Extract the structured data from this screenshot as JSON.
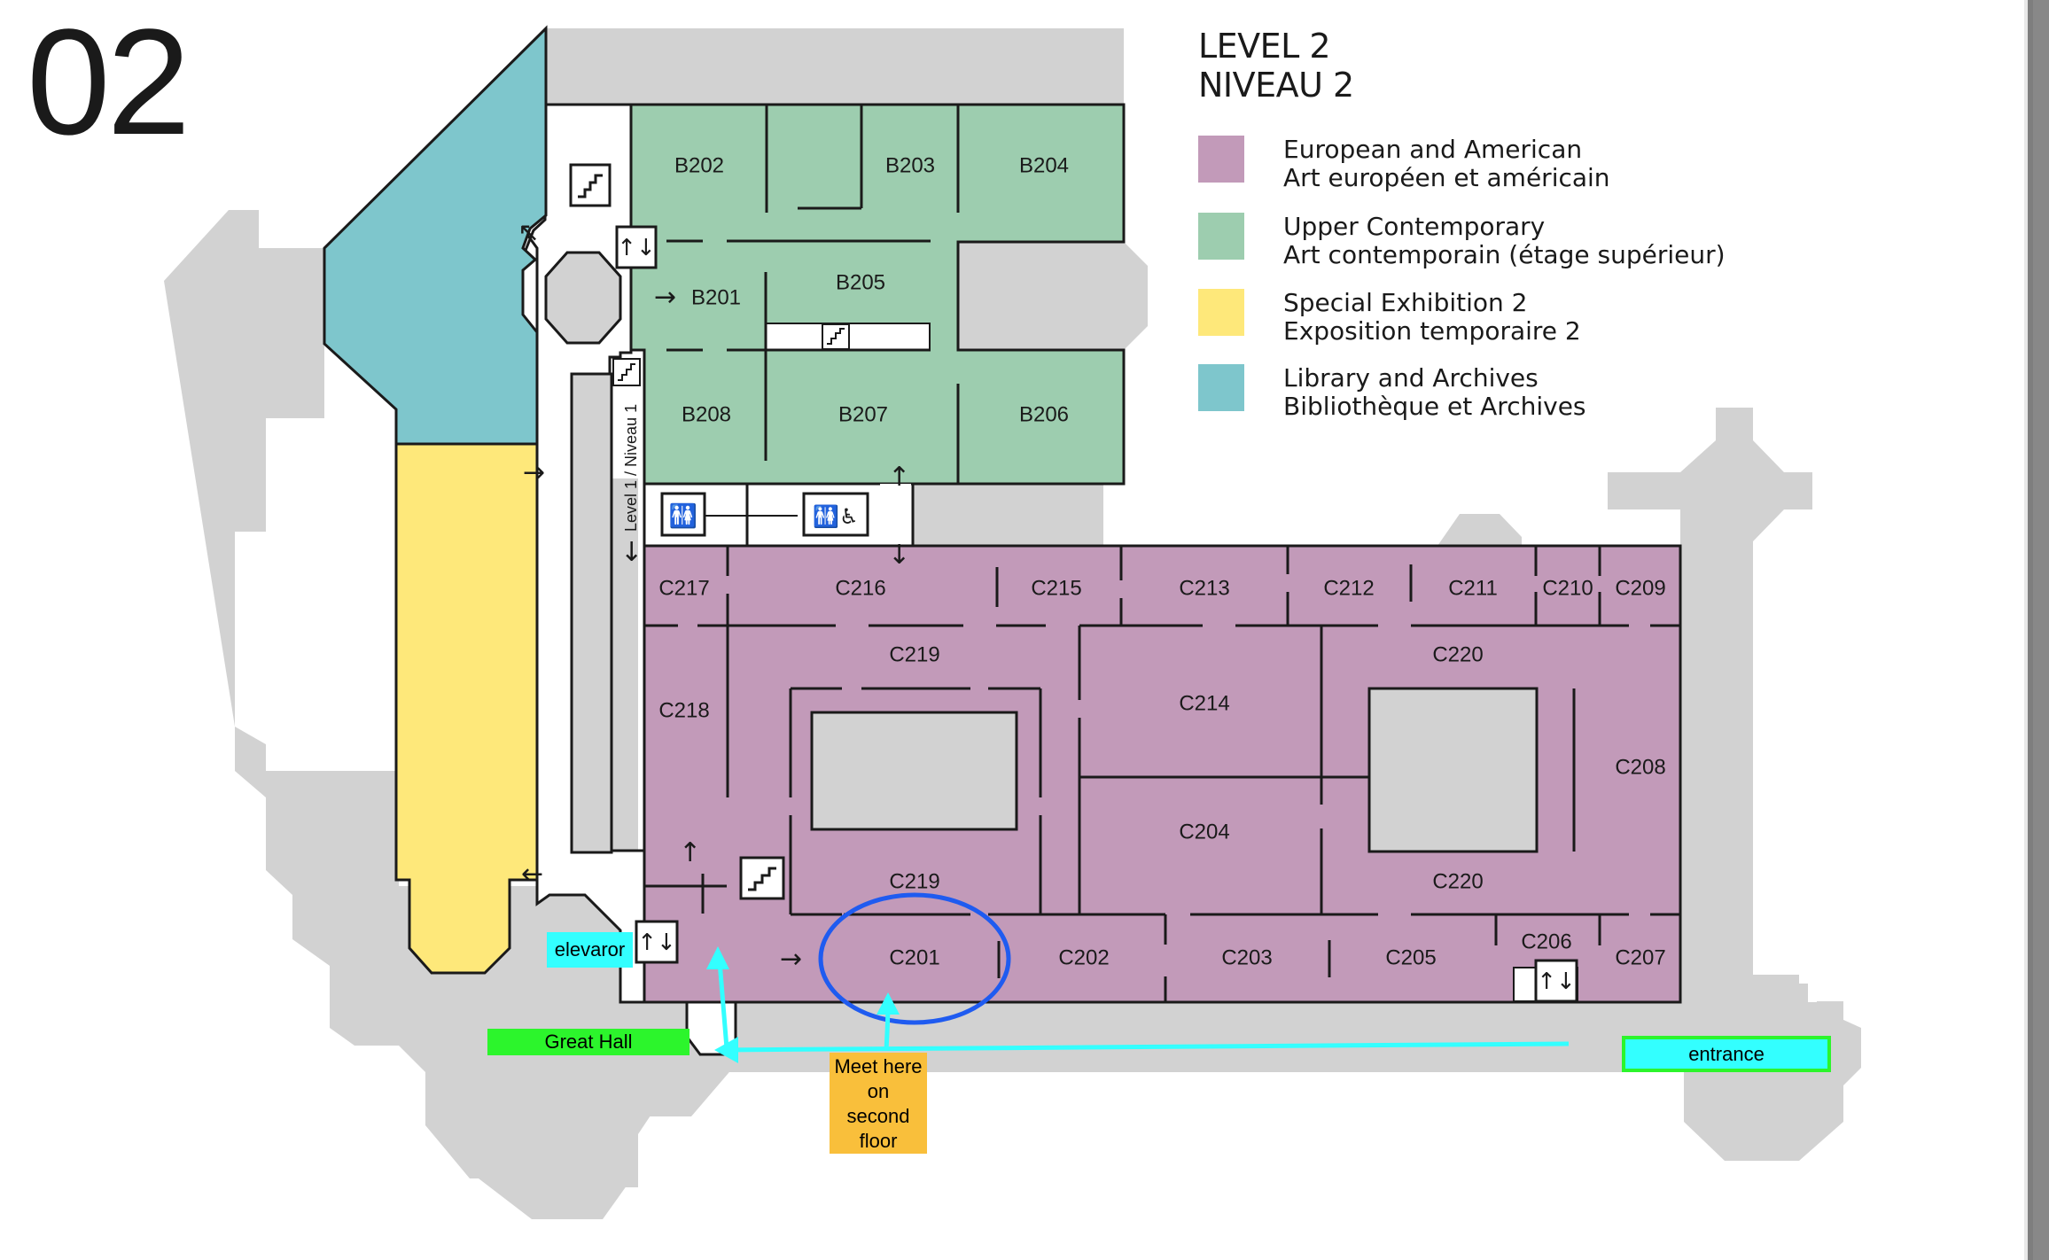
{
  "floor_number": "02",
  "legend": {
    "title_line1": "LEVEL 2",
    "title_line2": "NIVEAU 2",
    "items": [
      {
        "line1": "European and American",
        "line2": "Art européen et américain",
        "color": "#C29AB9"
      },
      {
        "line1": "Upper Contemporary",
        "line2": "Art contemporain (étage supérieur)",
        "color": "#9DCDAF"
      },
      {
        "line1": "Special Exhibition 2",
        "line2": "Exposition temporaire 2",
        "color": "#FEE87A"
      },
      {
        "line1": "Library and Archives",
        "line2": "Bibliothèque et Archives",
        "color": "#7EC6CC"
      }
    ]
  },
  "rooms": {
    "B202": "B202",
    "B203": "B203",
    "B204": "B204",
    "B201": "B201",
    "B205": "B205",
    "B208": "B208",
    "B207": "B207",
    "B206": "B206",
    "C217": "C217",
    "C216": "C216",
    "C215": "C215",
    "C213": "C213",
    "C212": "C212",
    "C211": "C211",
    "C210": "C210",
    "C209": "C209",
    "C218": "C218",
    "C219a": "C219",
    "C219b": "C219",
    "C214": "C214",
    "C204": "C204",
    "C220a": "C220",
    "C220b": "C220",
    "C208": "C208",
    "C201": "C201",
    "C202": "C202",
    "C203": "C203",
    "C205": "C205",
    "C206": "C206",
    "C207": "C207"
  },
  "stair_label": "Level 1 / Niveau 1",
  "annotations": {
    "elevator_label": "elevaror",
    "great_hall_label": "Great Hall",
    "entrance_label": "entrance",
    "meet_here_lines": [
      "Meet here",
      "on",
      "second",
      "floor"
    ]
  },
  "colors": {
    "gray": "#D2D2D2",
    "highlight_circle": "#1F5BF0",
    "path_cyan": "#33FFFF",
    "label_cyan": "#33FFFF",
    "label_green": "#2CF52C",
    "label_orange": "#F9BF3B"
  }
}
